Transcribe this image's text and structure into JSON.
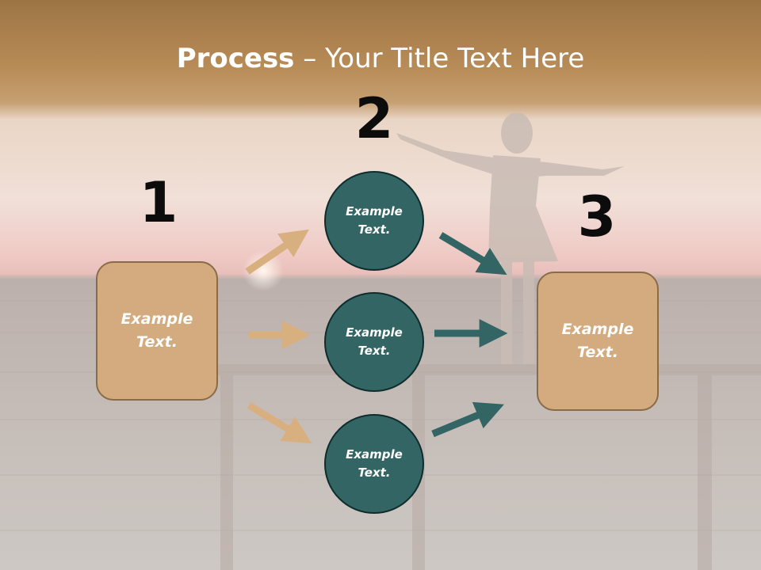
{
  "title": {
    "strong": "Process",
    "rest": " – Your Title Text Here"
  },
  "steps": [
    {
      "number": "1",
      "box_text": "Example Text."
    },
    {
      "number": "2",
      "circle_texts": [
        "Example Text.",
        "Example Text.",
        "Example Text."
      ]
    },
    {
      "number": "3",
      "box_text": "Example Text."
    }
  ],
  "colors": {
    "box_fill": "#d4ab7e",
    "circle_fill": "#336565",
    "arrow_tan": "#d8b080",
    "arrow_teal": "#336565",
    "title_band": "#a27a4a"
  }
}
